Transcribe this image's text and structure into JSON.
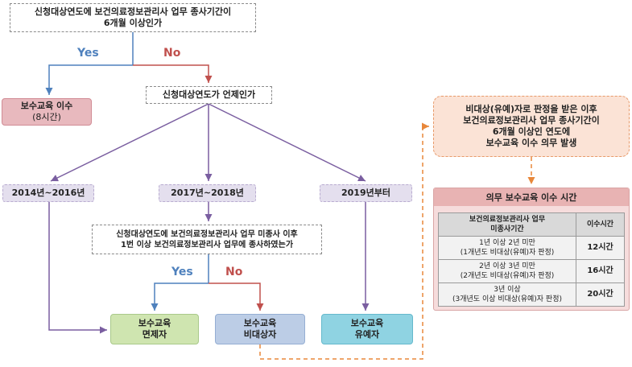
{
  "question1": {
    "line1": "신청대상연도에 보건의료정보관리사 업무 종사기간이",
    "line2": "6개월 이상인가"
  },
  "yes1": "Yes",
  "no1": "No",
  "outcome_pink": {
    "line1": "보수교육 이수",
    "line2": "(8시간)"
  },
  "question2": "신청대상연도가 언제인가",
  "periods": [
    "2014년~2016년",
    "2017년~2018년",
    "2019년부터"
  ],
  "question3": {
    "line1": "신청대상연도에 보건의료정보관리사 업무 미종사 이후",
    "line2": "1번 이상 보건의료정보관리사 업무에 종사하였는가"
  },
  "yes2": "Yes",
  "no2": "No",
  "outcomes": [
    {
      "line1": "보수교육",
      "line2": "면제자"
    },
    {
      "line1": "보수교육",
      "line2": "비대상자"
    },
    {
      "line1": "보수교육",
      "line2": "유예자"
    }
  ],
  "note": {
    "line1": "비대상(유예)자로 판정을 받은 이후",
    "line2": "보건의료정보관리사 업무 종사기간이",
    "line3": "6개월 이상인 연도에",
    "line4": "보수교육 이수 의무 발생"
  },
  "table": {
    "title": "의무 보수교육 이수 시간",
    "header_left_line1": "보건의료정보관리사 업무",
    "header_left_line2": "미종사기간",
    "header_right": "이수시간",
    "rows": [
      {
        "line1": "1년 이상 2년 미만",
        "line2": "(1개년도 비대상(유예)자 판정)",
        "hours": "12시간"
      },
      {
        "line1": "2년 이상 3년 미만",
        "line2": "(2개년도 비대상(유예)자 판정)",
        "hours": "16시간"
      },
      {
        "line1": "3년 이상",
        "line2": "(3개년도 이상 비대상(유예)자 판정)",
        "hours": "20시간"
      }
    ]
  },
  "colors": {
    "yes": "#4f81bd",
    "no": "#c0504d",
    "purple": "#7a5ea0",
    "orange": "#e8873a"
  }
}
